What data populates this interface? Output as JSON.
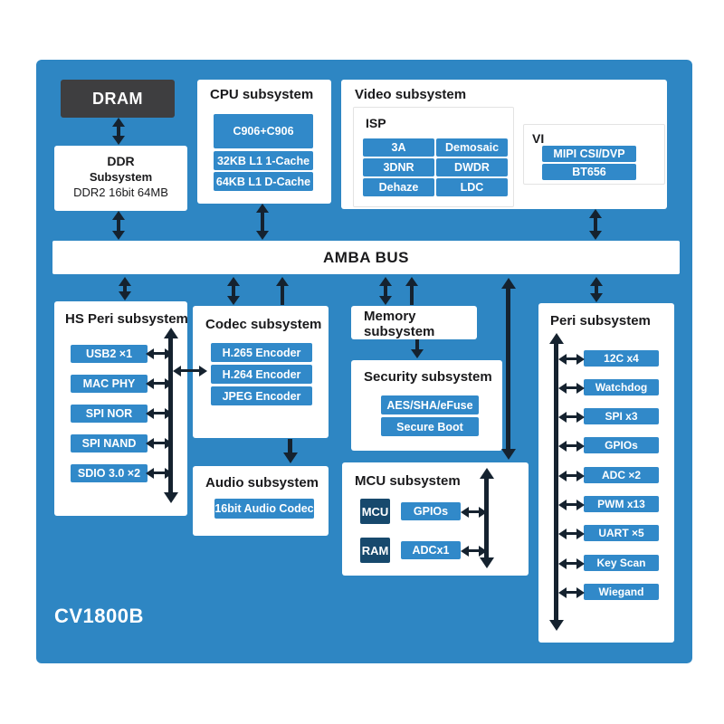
{
  "chip": {
    "name": "CV1800B"
  },
  "colors": {
    "panel_blue": "#2E86C3",
    "box_blue": "#3189C9",
    "dark_navy": "#17496D",
    "dram_gray": "#3E3E40",
    "arrow": "#15222F"
  },
  "dram": {
    "label": "DRAM"
  },
  "ddr": {
    "line1": "DDR",
    "line2": "Subsystem",
    "line3": "DDR2 16bit 64MB"
  },
  "cpu": {
    "title": "CPU subsystem",
    "core": "C906+C906",
    "cache1": "32KB L1 1-Cache",
    "cache2": "64KB L1 D-Cache"
  },
  "video": {
    "title": "Video subsystem",
    "isp": {
      "title": "ISP",
      "cells": [
        "3A",
        "Demosaic",
        "3DNR",
        "DWDR",
        "Dehaze",
        "LDC"
      ]
    },
    "vi": {
      "title": "VI",
      "items": [
        "MIPI CSI/DVP",
        "BT656"
      ]
    }
  },
  "bus": {
    "label": "AMBA BUS"
  },
  "hs_peri": {
    "title": "HS Peri subsystem",
    "items": [
      "USB2 ×1",
      "MAC PHY",
      "SPI NOR",
      "SPI NAND",
      "SDIO 3.0 ×2"
    ]
  },
  "codec": {
    "title": "Codec subsystem",
    "items": [
      "H.265 Encoder",
      "H.264 Encoder",
      "JPEG Encoder"
    ]
  },
  "audio": {
    "title": "Audio subsystem",
    "item": "16bit Audio Codec"
  },
  "memory": {
    "title": "Memory subsystem"
  },
  "security": {
    "title": "Security subsystem",
    "items": [
      "AES/SHA/eFuse",
      "Secure Boot"
    ]
  },
  "mcu": {
    "title": "MCU subsystem",
    "tags": [
      "MCU",
      "RAM"
    ],
    "items": [
      "GPIOs",
      "ADCx1"
    ]
  },
  "peri": {
    "title": "Peri subsystem",
    "items": [
      "12C x4",
      "Watchdog",
      "SPI x3",
      "GPIOs",
      "ADC ×2",
      "PWM x13",
      "UART ×5",
      "Key Scan",
      "Wiegand"
    ]
  }
}
